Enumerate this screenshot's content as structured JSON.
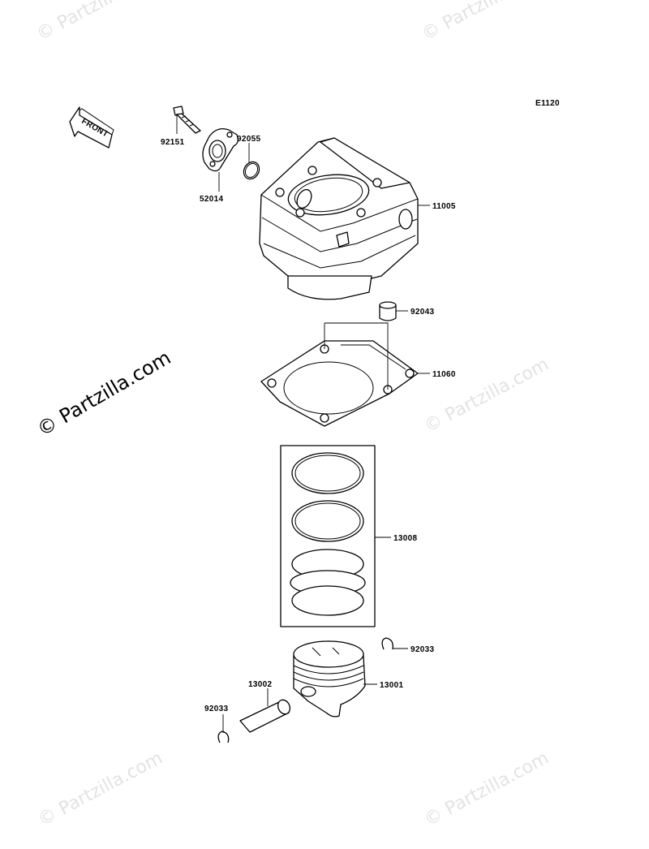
{
  "diagram_code": "E1120",
  "front_arrow_text": "FRONT",
  "watermark": {
    "main": "© Partzilla.com",
    "repeat": "© Partzilla.com"
  },
  "parts": [
    {
      "number": "92151",
      "name": "bolt"
    },
    {
      "number": "92055",
      "name": "o-ring"
    },
    {
      "number": "52014",
      "name": "water-outlet-pipe"
    },
    {
      "number": "11005",
      "name": "cylinder"
    },
    {
      "number": "92043",
      "name": "dowel-pin"
    },
    {
      "number": "11060",
      "name": "cylinder-base-gasket"
    },
    {
      "number": "13008",
      "name": "piston-ring-set"
    },
    {
      "number": "92033",
      "name": "circlip-right"
    },
    {
      "number": "13001",
      "name": "piston"
    },
    {
      "number": "13002",
      "name": "piston-pin"
    },
    {
      "number": "92033",
      "name": "circlip-left"
    }
  ]
}
